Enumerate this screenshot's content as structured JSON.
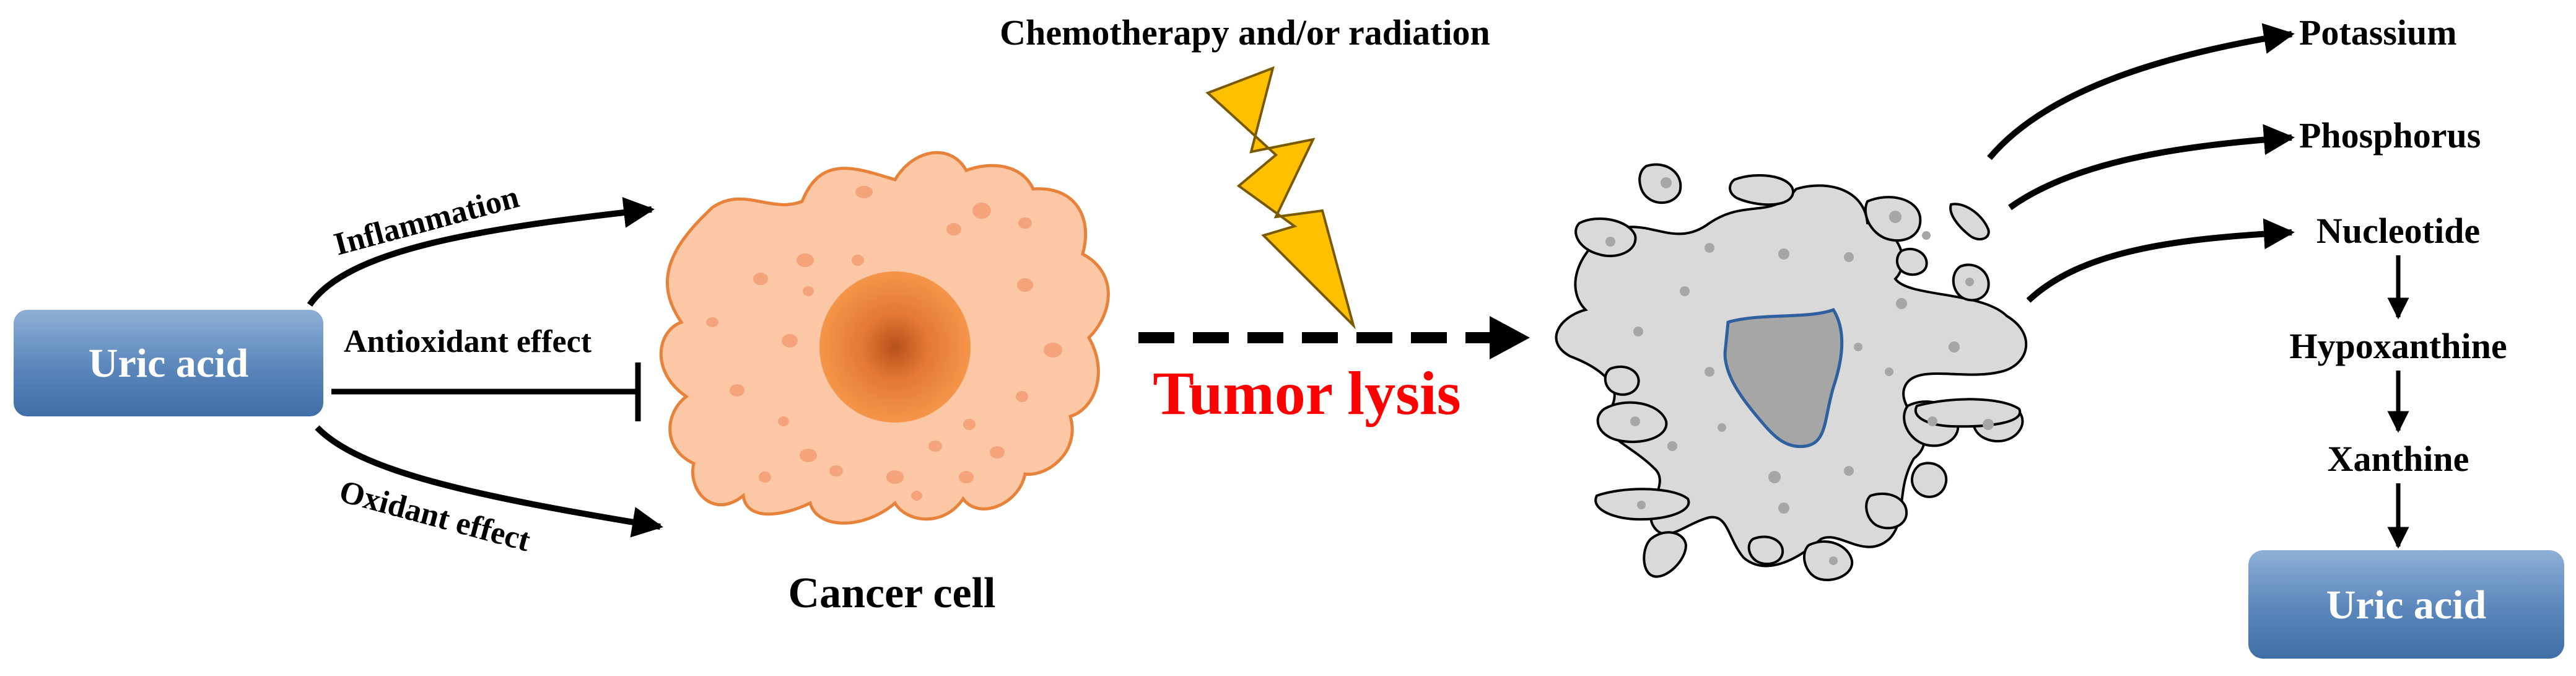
{
  "left_box": {
    "label": "Uric acid"
  },
  "edges_left": {
    "inflammation": "Inflammation",
    "antioxidant": "Antioxidant effect",
    "oxidant": "Oxidant effect"
  },
  "cancer_cell": {
    "label": "Cancer cell"
  },
  "treatment": {
    "label": "Chemotherapy and/or radiation"
  },
  "lysis": {
    "label": "Tumor lysis"
  },
  "products": {
    "potassium": "Potassium",
    "phosphorus": "Phosphorus",
    "nucleotide": "Nucleotide",
    "hypoxanthine": "Hypoxanthine",
    "xanthine": "Xanthine"
  },
  "right_box": {
    "label": "Uric acid"
  },
  "colors": {
    "box_fill_top": "#8eb0d6",
    "box_fill_bottom": "#3f6fa6",
    "cell_fill": "#fcc7a5",
    "cell_stroke": "#e6823a",
    "nucleus_center": "#c4541c",
    "nucleus_edge": "#f18c3c",
    "lysis_text": "#ff0000",
    "lightning": "#ffc000",
    "debris_fill": "#d9d9d9",
    "debris_nucleus": "#a6a6a6",
    "debris_nucleus_stroke": "#2e5f9e"
  }
}
